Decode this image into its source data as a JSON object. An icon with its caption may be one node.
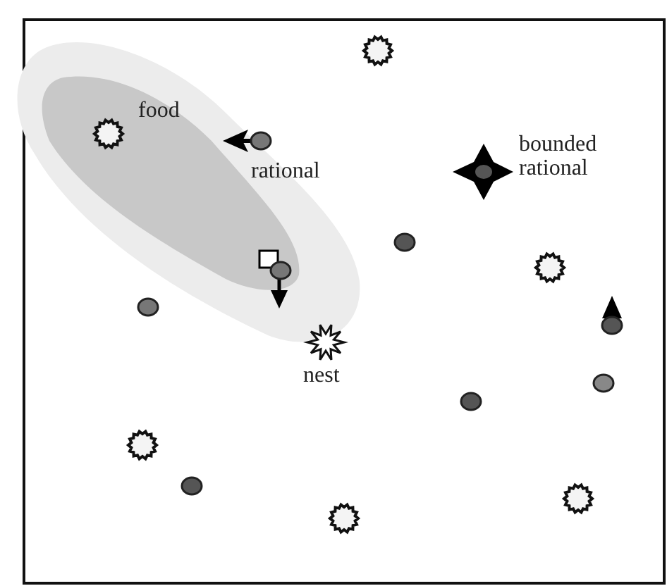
{
  "diagram": {
    "labels": [
      "food",
      "rational",
      "bounded rational",
      "nest"
    ]
  }
}
